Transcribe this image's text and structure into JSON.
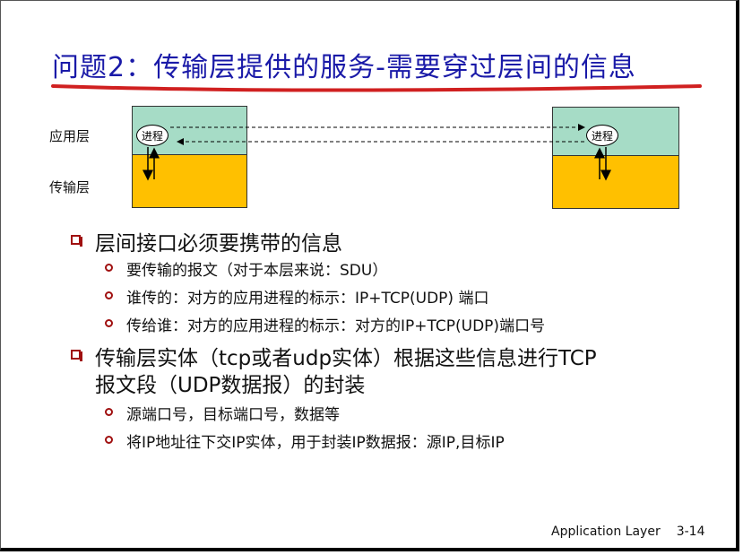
{
  "slide": {
    "title": "问题2：传输层提供的服务-需要穿过层间的信息",
    "accent_color": "#1a1aa8",
    "underline_color": "#d02020"
  },
  "diagram": {
    "layer_app": "应用层",
    "layer_transport": "传输层",
    "left_process": "进程",
    "right_process": "进程",
    "app_color": "#a6dcc6",
    "transport_color": "#ffc000"
  },
  "bullets": [
    {
      "text": "层间接口必须要携带的信息",
      "sub": [
        "要传输的报文（对于本层来说：SDU）",
        "谁传的：对方的应用进程的标示：IP+TCP(UDP)  端口",
        "传给谁：对方的应用进程的标示：对方的IP+TCP(UDP)端口号"
      ]
    },
    {
      "text_line1": "传输层实体（tcp或者udp实体）根据这些信息进行TCP",
      "text_line2": "报文段（UDP数据报）的封装",
      "sub": [
        "源端口号，目标端口号，数据等",
        "将IP地址往下交IP实体，用于封装IP数据报：源IP,目标IP"
      ]
    }
  ],
  "footer": {
    "label": "Application Layer",
    "page": "3-14"
  }
}
